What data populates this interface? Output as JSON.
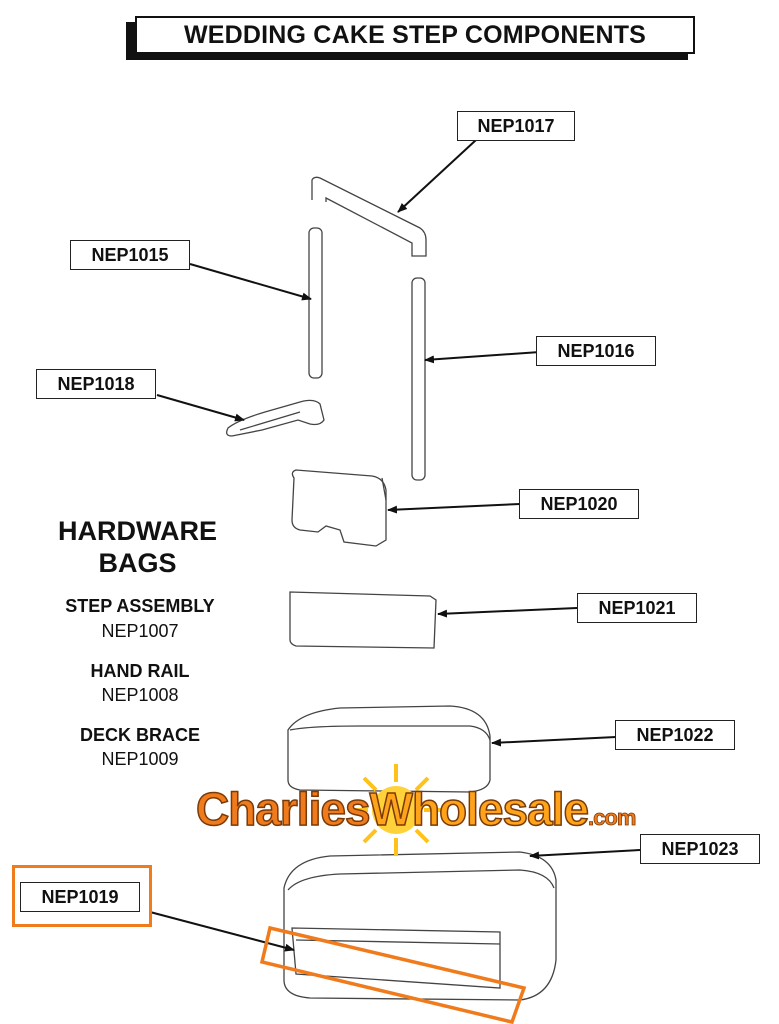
{
  "title": "WEDDING CAKE STEP COMPONENTS",
  "parts": [
    {
      "id": "nep1017",
      "label": "NEP1017"
    },
    {
      "id": "nep1015",
      "label": "NEP1015"
    },
    {
      "id": "nep1016",
      "label": "NEP1016"
    },
    {
      "id": "nep1018",
      "label": "NEP1018"
    },
    {
      "id": "nep1020",
      "label": "NEP1020"
    },
    {
      "id": "nep1021",
      "label": "NEP1021"
    },
    {
      "id": "nep1022",
      "label": "NEP1022"
    },
    {
      "id": "nep1023",
      "label": "NEP1023"
    },
    {
      "id": "nep1019",
      "label": "NEP1019",
      "highlighted": true
    }
  ],
  "hardware": {
    "heading": "HARDWARE BAGS",
    "items": [
      {
        "name": "STEP ASSEMBLY",
        "code": "NEP1007"
      },
      {
        "name": "HAND RAIL",
        "code": "NEP1008"
      },
      {
        "name": "DECK BRACE",
        "code": "NEP1009"
      }
    ]
  },
  "watermark": {
    "part1": "Charlies",
    "part2": "Wholesale",
    "part3": ".com"
  },
  "colors": {
    "highlight": "#f07b1c",
    "watermark_orange": "#f07b1c",
    "watermark_sun": "#ffd23a",
    "line": "#333333"
  }
}
